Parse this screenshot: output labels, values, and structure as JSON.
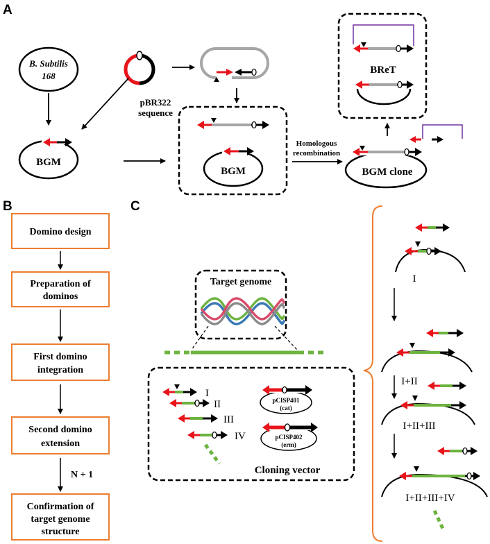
{
  "panels": {
    "a": "A",
    "b": "B",
    "c": "C"
  },
  "panel_a": {
    "strain_line1": "B. Subtilis",
    "strain_line2": "168",
    "plasmid_label_line1": "pBR322",
    "plasmid_label_line2": "sequence",
    "bgm_left": "BGM",
    "bgm_center": "BGM",
    "recombination_line1": "Homologous",
    "recombination_line2": "recombination",
    "bgm_clone": "BGM clone",
    "bret": "BReT"
  },
  "panel_b": {
    "steps": [
      [
        "Domino design"
      ],
      [
        "Preparation of",
        "dominos"
      ],
      [
        "First domino",
        "integration"
      ],
      [
        "Second domino",
        "extension"
      ],
      [
        "Confirmation of",
        "target genome",
        "structure"
      ]
    ],
    "loop_label": "N + 1"
  },
  "panel_c": {
    "target_genome": "Target genome",
    "domino_labels": [
      "I",
      "II",
      "III",
      "IV"
    ],
    "vector1_name": "pCISP401",
    "vector1_marker": "(cat)",
    "vector2_name": "pCISP402",
    "vector2_marker": "(erm)",
    "cloning_vector": "Cloning vector",
    "steps": [
      "I",
      "I+II",
      "I+II+III",
      "I+II+III+IV"
    ]
  },
  "colors": {
    "red": "#e8141b",
    "black": "#000000",
    "green": "#6db33f",
    "gray": "#a6a6a6",
    "orange": "#ed7d31",
    "purple": "#7030a0"
  }
}
